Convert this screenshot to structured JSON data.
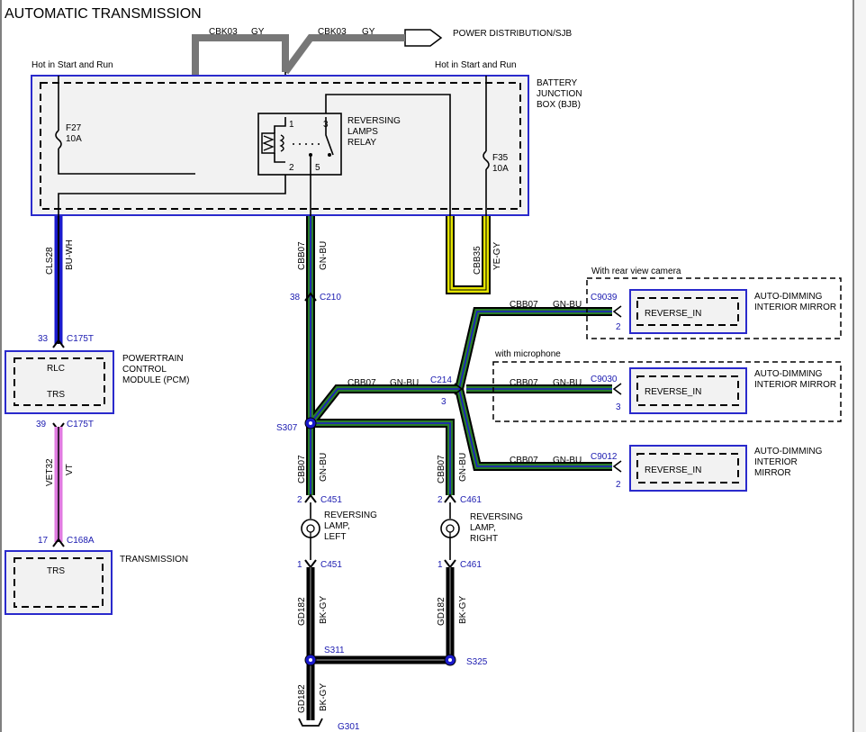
{
  "title": "AUTOMATIC TRANSMISSION",
  "top": {
    "wire_left_circuit": "CBK03",
    "wire_left_color": "GY",
    "wire_right_circuit": "CBK03",
    "wire_right_color": "GY",
    "power_dist": "POWER DISTRIBUTION/SJB",
    "hot_left": "Hot in Start and Run",
    "hot_right": "Hot in Start and Run"
  },
  "bjb": {
    "name_lines": [
      "BATTERY",
      "JUNCTION",
      "BOX (BJB)"
    ],
    "fuse_left": {
      "id": "F27",
      "rating": "10A"
    },
    "fuse_right": {
      "id": "F35",
      "rating": "10A"
    },
    "relay": {
      "name_lines": [
        "REVERSING",
        "LAMPS",
        "RELAY"
      ],
      "pins": [
        "1",
        "2",
        "3",
        "5"
      ]
    }
  },
  "wires": {
    "pcm_in": {
      "circuit": "CLS28",
      "color": "BU-WH"
    },
    "bjb_out_green": {
      "circuit": "CBB07",
      "color": "GN-BU"
    },
    "bjb_out_yellow": {
      "circuit": "CBB35",
      "color": "YE-GY"
    },
    "vt": {
      "circuit": "VET32",
      "color": "VT"
    },
    "branch_top": {
      "circuit": "CBB07",
      "color": "GN-BU"
    },
    "branch_mid": {
      "circuit": "CBB07",
      "color": "GN-BU"
    },
    "branch_bot": {
      "circuit": "CBB07",
      "color": "GN-BU"
    },
    "c214_left": {
      "circuit": "CBB07",
      "color": "GN-BU"
    },
    "left_lamp_feed": {
      "circuit": "CBB07",
      "color": "GN-BU"
    },
    "right_lamp_feed": {
      "circuit": "CBB07",
      "color": "GN-BU"
    },
    "left_ground": {
      "circuit": "GD182",
      "color": "BK-GY"
    },
    "right_ground": {
      "circuit": "GD182",
      "color": "BK-GY"
    },
    "main_ground": {
      "circuit": "GD182",
      "color": "BK-GY"
    }
  },
  "connectors": {
    "c210": {
      "pin": "38",
      "name": "C210"
    },
    "c175t_top": {
      "pin": "33",
      "name": "C175T"
    },
    "c175t_bot": {
      "pin": "39",
      "name": "C175T"
    },
    "c168a": {
      "pin": "17",
      "name": "C168A"
    },
    "c214": {
      "pin": "3",
      "name": "C214"
    },
    "c9039": {
      "pin": "2",
      "name": "C9039"
    },
    "c9030": {
      "pin": "3",
      "name": "C9030"
    },
    "c9012": {
      "pin": "2",
      "name": "C9012"
    },
    "c451_top": {
      "pin": "2",
      "name": "C451"
    },
    "c451_bot": {
      "pin": "1",
      "name": "C451"
    },
    "c461_top": {
      "pin": "2",
      "name": "C461"
    },
    "c461_bot": {
      "pin": "1",
      "name": "C461"
    }
  },
  "splices": {
    "s307": "S307",
    "s311": "S311",
    "s325": "S325",
    "g301": "G301"
  },
  "pcm": {
    "name_lines": [
      "POWERTRAIN",
      "CONTROL",
      "MODULE (PCM)"
    ],
    "pin_rlc": "RLC",
    "pin_trs": "TRS"
  },
  "transmission": {
    "name": "TRANSMISSION",
    "pin": "TRS"
  },
  "mirrors": {
    "rear_camera": {
      "note": "With rear view camera",
      "pin": "REVERSE_IN",
      "name_lines": [
        "AUTO-DIMMING",
        "INTERIOR MIRROR"
      ]
    },
    "microphone": {
      "note": "with microphone",
      "pin": "REVERSE_IN",
      "name_lines": [
        "AUTO-DIMMING",
        "INTERIOR MIRROR"
      ]
    },
    "base": {
      "pin": "REVERSE_IN",
      "name_lines": [
        "AUTO-DIMMING",
        "INTERIOR",
        "MIRROR"
      ]
    }
  },
  "lamps": {
    "left": {
      "name_lines": [
        "REVERSING",
        "LAMP,",
        "LEFT"
      ]
    },
    "right": {
      "name_lines": [
        "REVERSING",
        "LAMP,",
        "RIGHT"
      ]
    }
  },
  "colors": {
    "blue": "#1a1acc",
    "green": "#1f7a1f",
    "yellow": "#e6e600",
    "violet": "#e07be0",
    "gray": "#777777",
    "black": "#000000"
  }
}
